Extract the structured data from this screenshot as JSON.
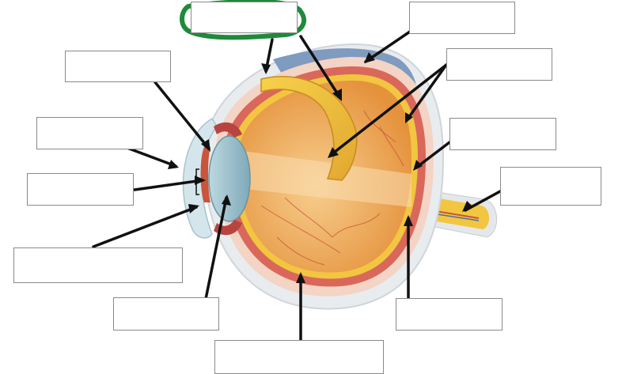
{
  "diagram": {
    "colors": {
      "sclera": "#e8ecef",
      "choroid": "#f3d4c5",
      "cornea": "#d4e6ec",
      "lens": "#9fc3cf",
      "vitreous_light": "#f6c98a",
      "vitreous_dark": "#e8943a",
      "retina_layer": "#f2c640",
      "inner_wall": "#d9685a",
      "wall_dark": "#b8443f",
      "vessel": "#c9553a",
      "blue_region": "#7f9bbf",
      "optic_nerve": "#f2c640",
      "arrow": "#111111",
      "highlight_loop": "#1e8a3a",
      "box_border": "#8a8a8a"
    },
    "label_boxes": [
      {
        "id": "box-top-center",
        "text": ""
      },
      {
        "id": "box-top-right",
        "text": ""
      },
      {
        "id": "box-upper-left",
        "text": ""
      },
      {
        "id": "box-right-1",
        "text": ""
      },
      {
        "id": "box-left-2",
        "text": ""
      },
      {
        "id": "box-right-2",
        "text": ""
      },
      {
        "id": "box-left-3",
        "text": ""
      },
      {
        "id": "box-right-3",
        "text": ""
      },
      {
        "id": "box-left-4",
        "text": ""
      },
      {
        "id": "box-bottom-left",
        "text": ""
      },
      {
        "id": "box-bottom-right",
        "text": ""
      },
      {
        "id": "box-bottom-center",
        "text": ""
      }
    ]
  }
}
